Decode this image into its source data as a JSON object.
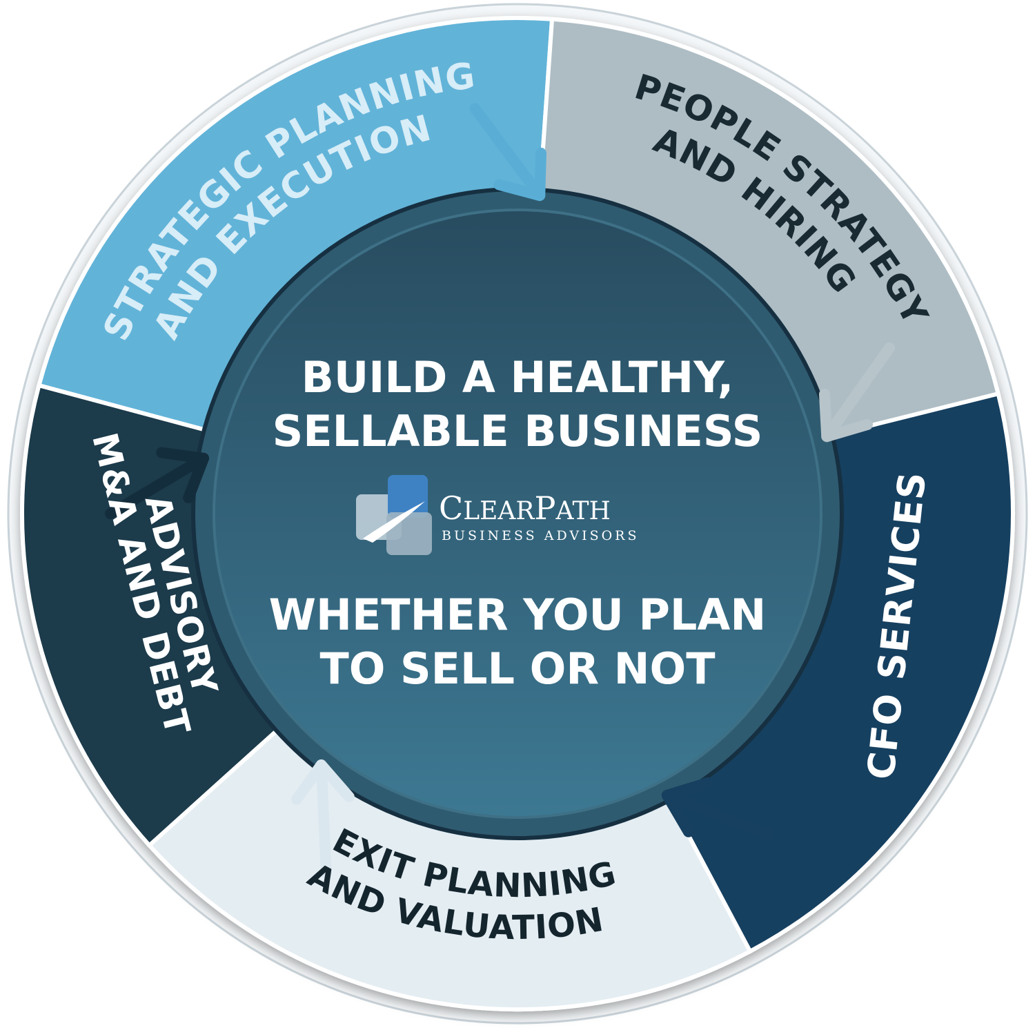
{
  "center": {
    "headline_line1": "BUILD A HEALTHY,",
    "headline_line2": "SELLABLE BUSINESS",
    "tagline_line1": "WHETHER YOU PLAN",
    "tagline_line2": "TO SELL OR NOT"
  },
  "logo": {
    "name_cap1": "C",
    "name_rest1": "LEAR",
    "name_cap2": "P",
    "name_rest2": "ATH",
    "subtitle": "BUSINESS ADVISORS"
  },
  "segments": [
    {
      "id": "strategic",
      "line1": "STRATEGIC PLANNING",
      "line2": "AND EXECUTION",
      "color": "#62b3d8",
      "text_color": "#d7edf7"
    },
    {
      "id": "people",
      "line1": "PEOPLE STRATEGY",
      "line2": "AND HIRING",
      "color": "#aebdc4",
      "text_color": "#1a2a33"
    },
    {
      "id": "cfo",
      "line1": "CFO SERVICES",
      "line2": "",
      "color": "#153f60",
      "text_color": "#ffffff"
    },
    {
      "id": "exit",
      "line1": "EXIT PLANNING",
      "line2": "AND VALUATION",
      "color": "#e4edf2",
      "text_color": "#14252e"
    },
    {
      "id": "mna",
      "line1": "M&A AND DEBT",
      "line2": "ADVISORY",
      "color": "#1b3a4c",
      "text_color": "#ffffff"
    }
  ],
  "colors": {
    "core_top": "#2a5064",
    "core_bottom": "#3b7590",
    "ring": "#2f5b70"
  }
}
